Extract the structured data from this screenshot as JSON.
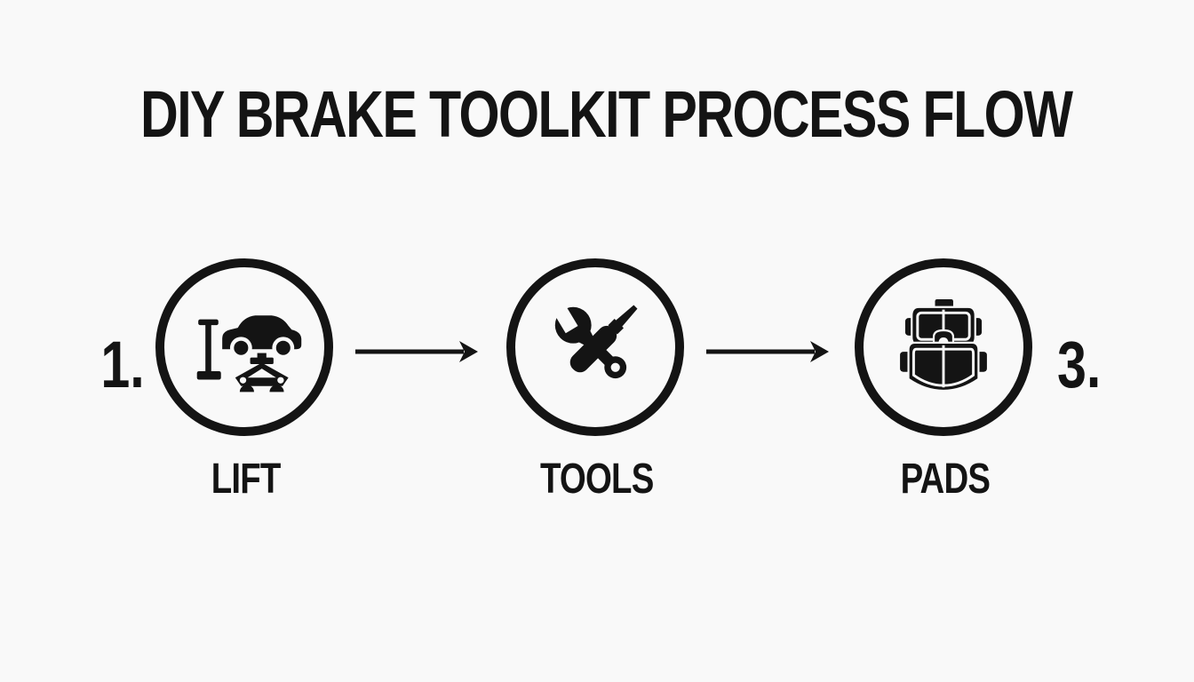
{
  "page": {
    "title": "DIY BRAKE TOOLKIT PROCESS FLOW",
    "background_color": "#f9f9f9",
    "ink_color": "#141414"
  },
  "steps": [
    {
      "number": "1.",
      "label": "LIFT",
      "icon": "car-on-jack-icon"
    },
    {
      "number": "",
      "label": "TOOLS",
      "icon": "wrench-screwdriver-icon"
    },
    {
      "number": "3.",
      "label": "PADS",
      "icon": "brake-pads-icon"
    }
  ],
  "connectors": [
    {
      "type": "arrow-right"
    },
    {
      "type": "arrow-right"
    }
  ]
}
